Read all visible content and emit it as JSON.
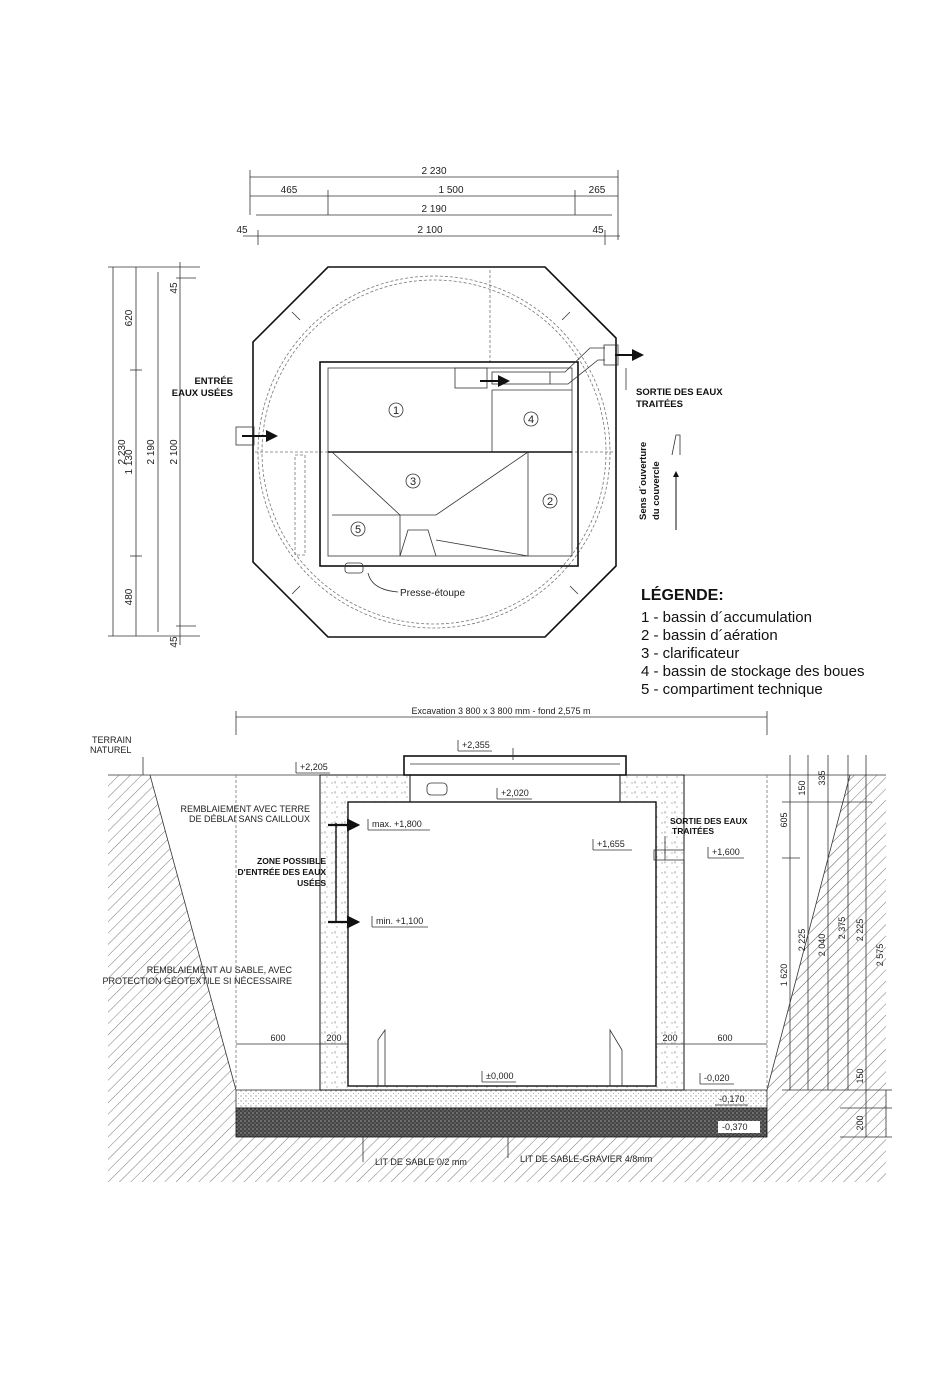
{
  "plan": {
    "dims_top": {
      "overall": "2 230",
      "left": "465",
      "middle": "1 500",
      "right": "265",
      "inner": "2 190",
      "edge_left": "45",
      "main": "2 100",
      "edge_right": "45"
    },
    "dims_side": {
      "overall": "2 230",
      "upper": "620",
      "mid": "1 130",
      "lower": "480",
      "inner": "2 190",
      "main": "2 100",
      "edge_top": "45",
      "edge_bottom": "45"
    },
    "inlet_label_1": "ENTRÉE",
    "inlet_label_2": "EAUX USÉES",
    "outlet_label_1": "SORTIE DES EAUX",
    "outlet_label_2": "TRAITÉES",
    "lid_label_1": "Sens d´ouverture",
    "lid_label_2": "du couvercle",
    "gland_label": "Presse-étoupe",
    "compartments": [
      "1",
      "2",
      "3",
      "4",
      "5"
    ]
  },
  "legend": {
    "title": "LÉGENDE:",
    "items": [
      "1 - bassin d´accumulation",
      "2 - bassin d´aération",
      "3 - clarificateur",
      "4 - bassin de stockage des boues",
      "5 - compartiment technique"
    ]
  },
  "section": {
    "excavation": "Excavation 3 800 x 3 800 mm - fond 2,575 m",
    "terrain_1": "TERRAIN",
    "terrain_2": "NATUREL",
    "backfill_soil_1": "REMBLAIEMENT AVEC TERRE",
    "backfill_soil_2": "DE DÉBLAI SANS CAILLOUX",
    "zone_1": "ZONE POSSIBLE",
    "zone_2": "D'ENTRÉE DES EAUX",
    "zone_3": "USÉES",
    "backfill_sand_1": "REMBLAIEMENT AU SABLE, AVEC",
    "backfill_sand_2": "PROTECTION GÉOTEXTILE SI NÉCESSAIRE",
    "outlet_1": "SORTIE DES EAUX",
    "outlet_2": "TRAITÉES",
    "sand_bed": "LIT DE SABLE 0/2 mm",
    "gravel_bed": "LIT DE SABLE-GRAVIER 4/8mm",
    "levels": {
      "l2355": "+2,355",
      "l2205": "+2,205",
      "l2020": "+2,020",
      "max": "max. +1,800",
      "l1655": "+1,655",
      "l1600": "+1,600",
      "min": "min. +1,100",
      "l0": "±0,000",
      "lm020": "-0,020",
      "lm170": "-0,170",
      "lm370": "-0,370"
    },
    "widths": {
      "w600l": "600",
      "w200l": "200",
      "w200r": "200",
      "w600r": "600"
    },
    "right_dims": {
      "d150a": "150",
      "d335": "335",
      "d605": "605",
      "d1620": "1 620",
      "d2225a": "2 225",
      "d2040": "2 040",
      "d2375": "2 375",
      "d2225b": "2 225",
      "d2575": "2 575",
      "d150b": "150",
      "d200": "200"
    }
  }
}
